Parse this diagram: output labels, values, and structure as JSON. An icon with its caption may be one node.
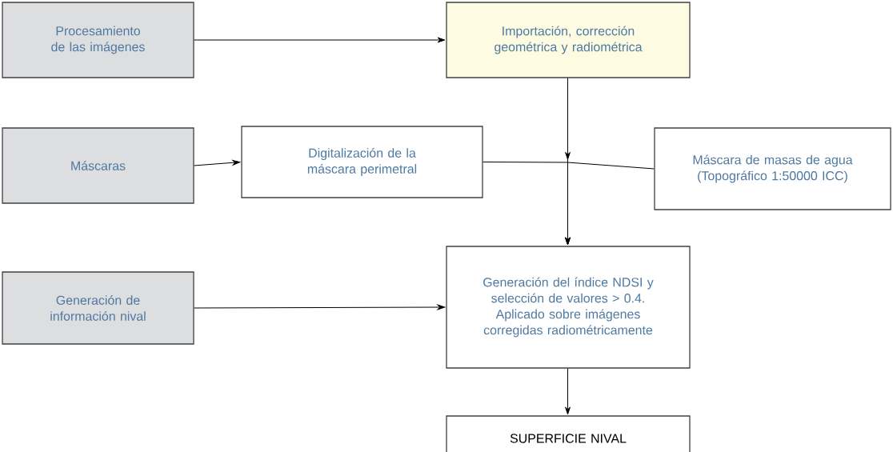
{
  "diagram": {
    "nodes": [
      {
        "text": [
          "Procesamiento de las imágenes"
        ]
      },
      {
        "text": [
          "Importación, corrección geométrica y radiométrica"
        ]
      },
      {
        "text": [
          "Máscaras"
        ]
      },
      {
        "text": [
          "Digitalización de la máscara perimetral"
        ]
      },
      {
        "text": [
          "Máscara de masas de agua (Topográfico 1:50000 ICC)"
        ]
      },
      {
        "text": [
          "Generación de información nival"
        ]
      },
      {
        "text": [
          "Generación del índice NDSI y selección de valores > 0.4. Aplicado sobre imágenes corregidas radiométricamente"
        ]
      },
      {
        "text": [
          "SUPERFICIE NIVAL"
        ]
      }
    ],
    "edges": [
      {
        "from": 0,
        "to": 1,
        "arrow": "to"
      },
      {
        "from": 2,
        "to": 3,
        "arrow": "to"
      },
      {
        "from": 1,
        "to": 6,
        "arrow": "to"
      },
      {
        "from": 3,
        "to": 6,
        "arrow": "to"
      },
      {
        "from": 4,
        "to": 6,
        "arrow": "to"
      },
      {
        "from": 5,
        "to": 6,
        "arrow": "to"
      },
      {
        "from": 6,
        "to": 7,
        "arrow": "to"
      }
    ]
  }
}
